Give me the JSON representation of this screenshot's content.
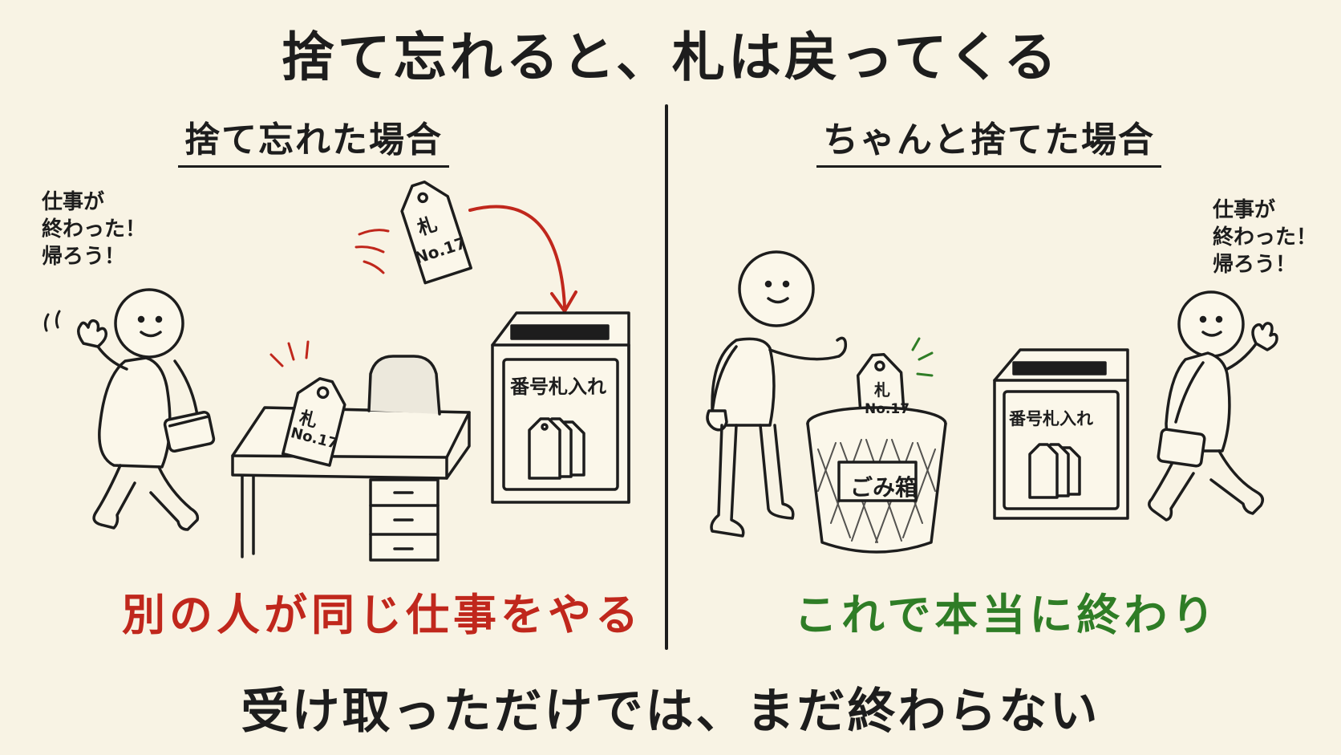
{
  "title": "捨て忘れると、札は戻ってくる",
  "left": {
    "heading": "捨て忘れた場合",
    "speech": [
      "仕事が",
      "終わった！",
      "帰ろう！"
    ],
    "tag_flying": {
      "line1": "札",
      "line2": "No.17"
    },
    "tag_desk": {
      "line1": "札",
      "line2": "No.17"
    },
    "box_label": "番号札入れ",
    "caption": "別の人が同じ仕事をやる"
  },
  "right": {
    "heading": "ちゃんと捨てた場合",
    "speech": [
      "仕事が",
      "終わった！",
      "帰ろう！"
    ],
    "tag": {
      "line1": "札",
      "line2": "No.17"
    },
    "trash_label": "ごみ箱",
    "box_label": "番号札入れ",
    "caption": "これで本当に終わり"
  },
  "bottom": "受け取っただけでは、まだ終わらない",
  "colors": {
    "background": "#f8f3e4",
    "ink": "#1d1d1d",
    "warning": "#c0271c",
    "ok": "#2f7d26"
  }
}
